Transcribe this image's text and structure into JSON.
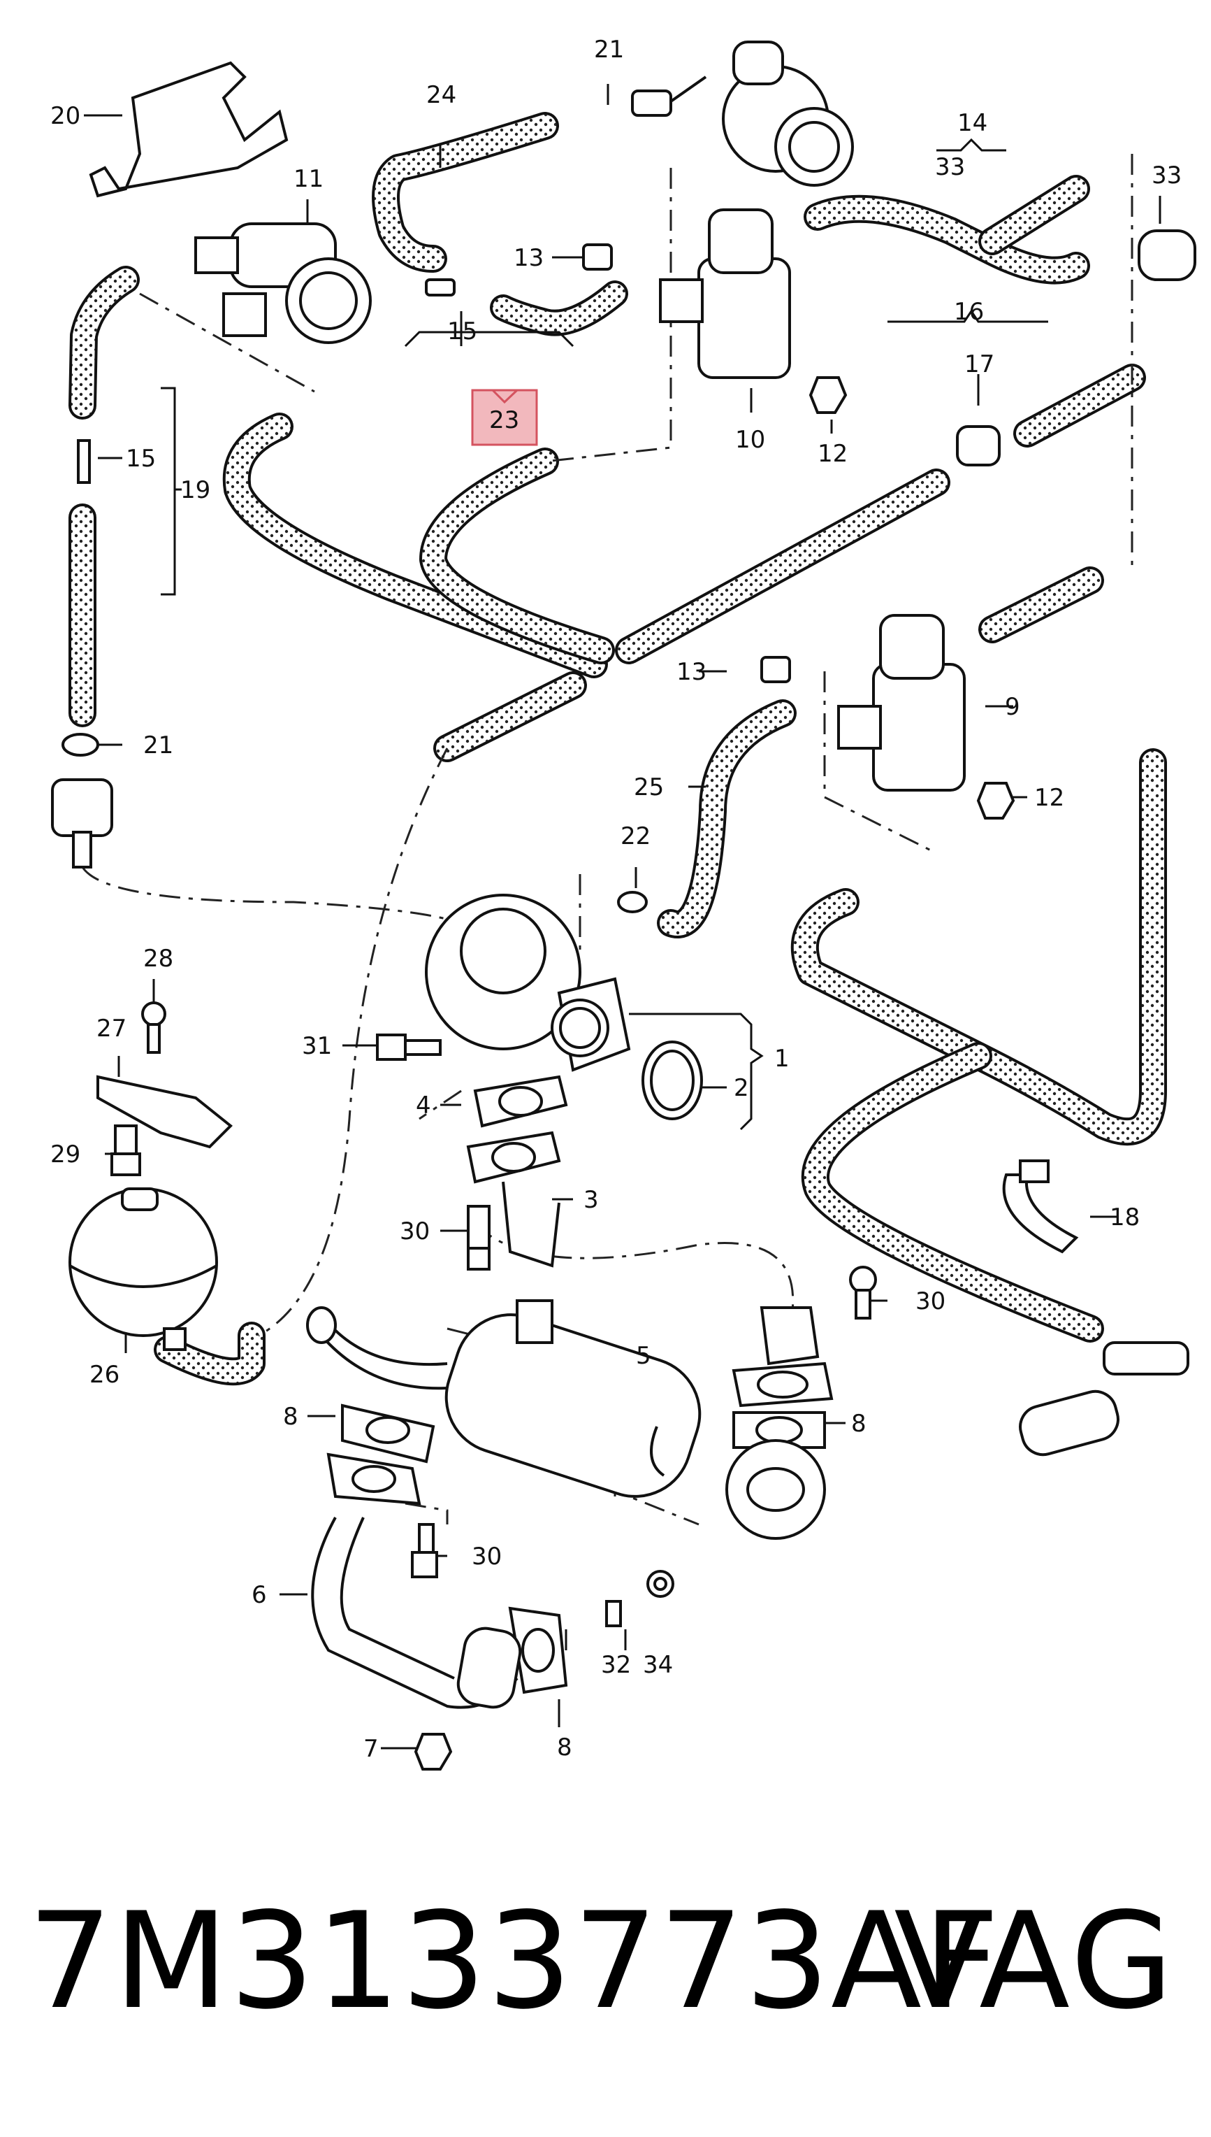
{
  "diagram": {
    "callouts": [
      {
        "id": "c1",
        "text": "1"
      },
      {
        "id": "c2",
        "text": "2"
      },
      {
        "id": "c3",
        "text": "3"
      },
      {
        "id": "c4",
        "text": "4"
      },
      {
        "id": "c5",
        "text": "5"
      },
      {
        "id": "c6",
        "text": "6"
      },
      {
        "id": "c7",
        "text": "7"
      },
      {
        "id": "c8a",
        "text": "8"
      },
      {
        "id": "c8b",
        "text": "8"
      },
      {
        "id": "c8c",
        "text": "8"
      },
      {
        "id": "c9",
        "text": "9"
      },
      {
        "id": "c10",
        "text": "10"
      },
      {
        "id": "c11",
        "text": "11"
      },
      {
        "id": "c12a",
        "text": "12"
      },
      {
        "id": "c12b",
        "text": "12"
      },
      {
        "id": "c13a",
        "text": "13"
      },
      {
        "id": "c13b",
        "text": "13"
      },
      {
        "id": "c14",
        "text": "14"
      },
      {
        "id": "c15a",
        "text": "15"
      },
      {
        "id": "c15b",
        "text": "15"
      },
      {
        "id": "c16",
        "text": "16"
      },
      {
        "id": "c17",
        "text": "17"
      },
      {
        "id": "c18",
        "text": "18"
      },
      {
        "id": "c19",
        "text": "19"
      },
      {
        "id": "c20",
        "text": "20"
      },
      {
        "id": "c21a",
        "text": "21"
      },
      {
        "id": "c21b",
        "text": "21"
      },
      {
        "id": "c22",
        "text": "22"
      },
      {
        "id": "c23",
        "text": "23"
      },
      {
        "id": "c24",
        "text": "24"
      },
      {
        "id": "c25",
        "text": "25"
      },
      {
        "id": "c26",
        "text": "26"
      },
      {
        "id": "c27",
        "text": "27"
      },
      {
        "id": "c28",
        "text": "28"
      },
      {
        "id": "c29",
        "text": "29"
      },
      {
        "id": "c30a",
        "text": "30"
      },
      {
        "id": "c30b",
        "text": "30"
      },
      {
        "id": "c30c",
        "text": "30"
      },
      {
        "id": "c31",
        "text": "31"
      },
      {
        "id": "c32",
        "text": "32"
      },
      {
        "id": "c33a",
        "text": "33"
      },
      {
        "id": "c33b",
        "text": "33"
      },
      {
        "id": "c34",
        "text": "34"
      }
    ],
    "highlight_color": "#f2b8bd",
    "highlight_stroke": "#d4535f"
  },
  "footer": {
    "part_number": "7M3133773AF",
    "brand": "VAG"
  }
}
